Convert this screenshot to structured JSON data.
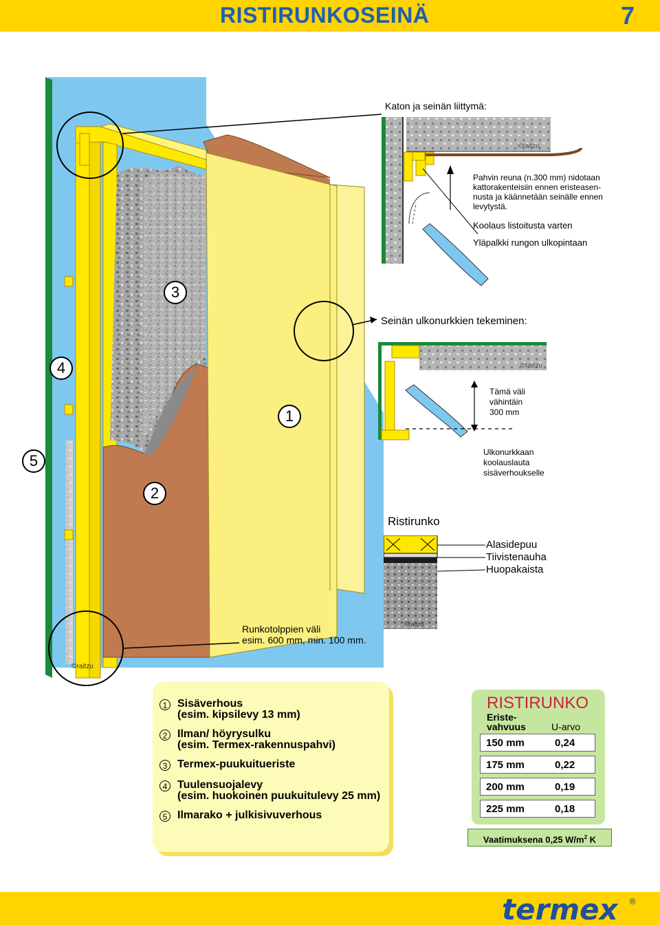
{
  "header": {
    "title": "RISTIRUNKOSEINÄ",
    "page_number": "7"
  },
  "detail_top": {
    "heading": "Katon ja seinän liittymä:",
    "note": [
      "Pahvin reuna (n.300 mm) nidotaan",
      "kattorakenteisiin ennen eristeasen-",
      "nusta ja käännetään seinälle ennen",
      "levytystä."
    ],
    "label_a": "Koolaus listoitusta varten",
    "label_b": "Yläpalkki rungon ulkopintaan",
    "watermark": "©raitzu"
  },
  "detail_corner": {
    "heading": "Seinän ulkonurkkien tekeminen:",
    "gap_label": [
      "Tämä väli",
      "vähintäin",
      "300 mm"
    ],
    "corner_label": [
      "Ulkonurkkaan",
      "koolauslauta",
      "sisäverhoukselle"
    ],
    "watermark": "©raitzu"
  },
  "detail_bottom": {
    "heading": "Ristirunko",
    "labels": [
      "Alasidepuu",
      "Tiivistenauha",
      "Huopakaista"
    ],
    "watermark": "©raitzu"
  },
  "stud_spacing": [
    "Runkotolppien väli",
    "esim. 600 mm, min. 100 mm."
  ],
  "main_watermark": "©raitzu",
  "callouts": [
    "1",
    "2",
    "3",
    "4",
    "5"
  ],
  "legend": [
    {
      "num": "1",
      "lines": [
        "Sisäverhous",
        "(esim. kipsilevy 13 mm)"
      ]
    },
    {
      "num": "2",
      "lines": [
        "Ilman/ höyrysulku",
        "(esim. Termex-rakennuspahvi)"
      ]
    },
    {
      "num": "3",
      "lines": [
        "Termex-puukuitueriste"
      ]
    },
    {
      "num": "4",
      "lines": [
        "Tuulensuojalevy",
        "(esim. huokoinen puukuitulevy 25 mm)"
      ]
    },
    {
      "num": "5",
      "lines": [
        "Ilmarako + julkisivuverhous"
      ]
    }
  ],
  "u_table": {
    "title": "RISTIRUNKO",
    "col1_header": [
      "Eriste-",
      "vahvuus"
    ],
    "col2_header": "U-arvo",
    "rows": [
      {
        "thickness": "150 mm",
        "u": "0,24"
      },
      {
        "thickness": "175 mm",
        "u": "0,22"
      },
      {
        "thickness": "200 mm",
        "u": "0,19"
      },
      {
        "thickness": "225 mm",
        "u": "0,18"
      }
    ],
    "requirement": "Vaatimuksena 0,25 W/m",
    "requirement_sup": "2",
    "requirement_unit": " K"
  },
  "logo": {
    "text": "termex",
    "mark": "®"
  },
  "colors": {
    "yellow_band": "#ffd400",
    "title_blue": "#1f5fb0",
    "sky": "#7ec8f0",
    "wood": "#ffe800",
    "board": "#fbef80",
    "membrane": "#c07a50",
    "green": "#1a8a3a",
    "red_title": "#c7243a"
  }
}
